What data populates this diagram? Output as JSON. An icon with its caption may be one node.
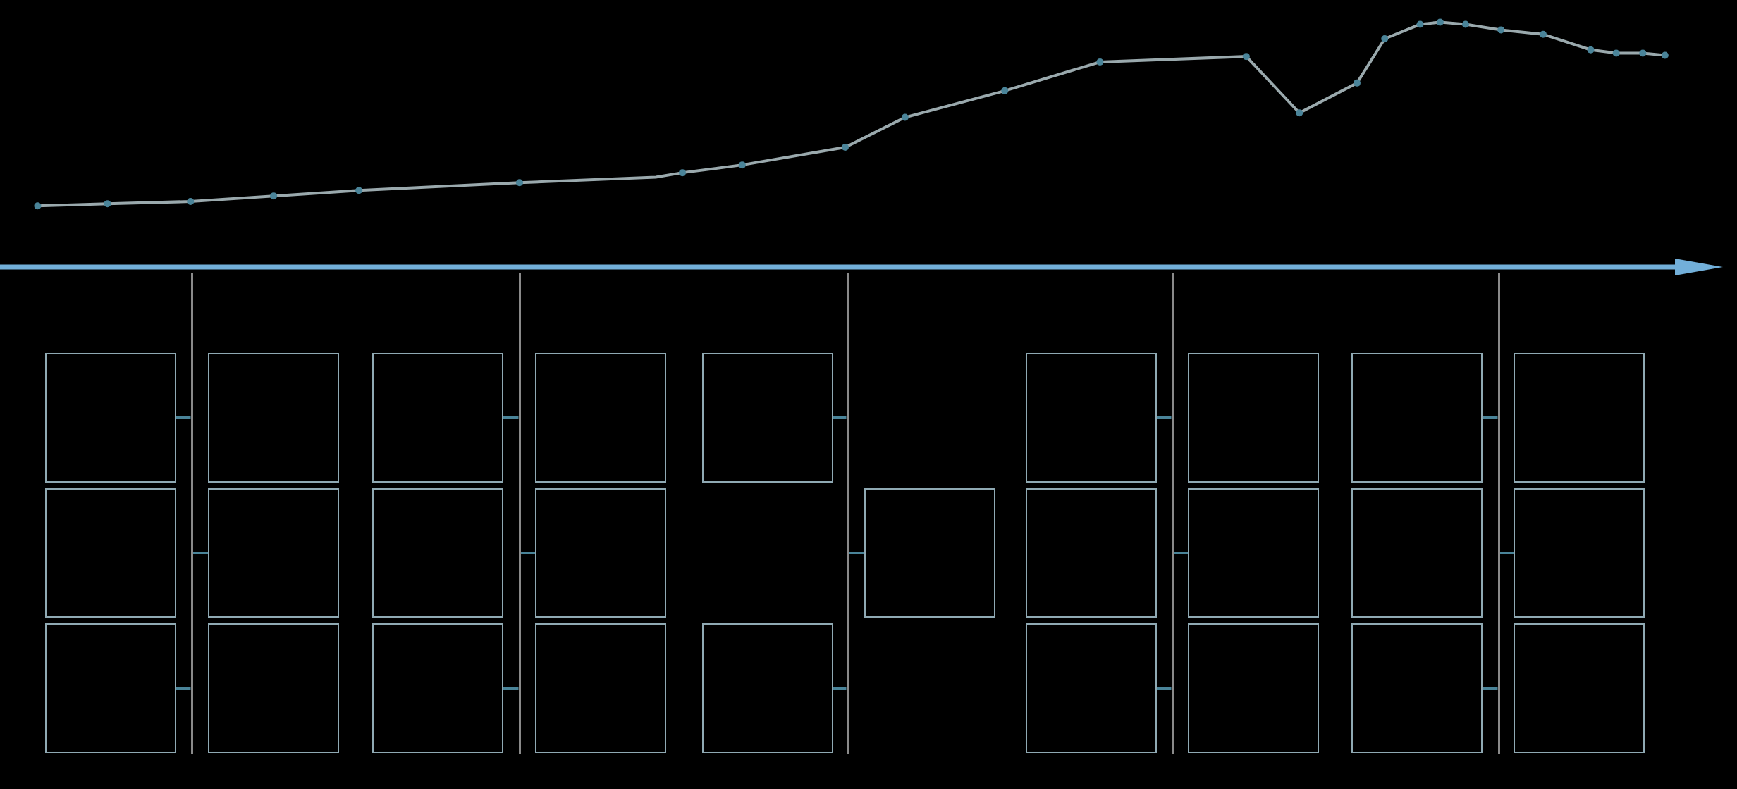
{
  "diagram": {
    "nodes": [
      {
        "text": [],
        "shape": "box"
      },
      {
        "text": [],
        "shape": "box"
      },
      {
        "text": [],
        "shape": "box"
      },
      {
        "text": [],
        "shape": "box"
      },
      {
        "text": [],
        "shape": "box"
      },
      {
        "text": [],
        "shape": "box"
      },
      {
        "text": [],
        "shape": "box"
      },
      {
        "text": [],
        "shape": "box"
      },
      {
        "text": [],
        "shape": "box"
      },
      {
        "text": [],
        "shape": "box"
      },
      {
        "text": [],
        "shape": "box"
      },
      {
        "text": [],
        "shape": "box"
      },
      {
        "text": [],
        "shape": "box"
      },
      {
        "text": [],
        "shape": "box"
      },
      {
        "text": [],
        "shape": "box"
      },
      {
        "text": [],
        "shape": "box"
      },
      {
        "text": [],
        "shape": "box"
      },
      {
        "text": [],
        "shape": "box"
      },
      {
        "text": [],
        "shape": "box"
      },
      {
        "text": [],
        "shape": "box"
      },
      {
        "text": [],
        "shape": "box"
      },
      {
        "text": [],
        "shape": "box"
      },
      {
        "text": [],
        "shape": "box"
      },
      {
        "text": [],
        "shape": "box"
      },
      {
        "text": [],
        "shape": "box"
      },
      {
        "text": [],
        "shape": "box"
      },
      {
        "text": [],
        "shape": "box"
      },
      {
        "text": [],
        "shape": "bar"
      },
      {
        "text": [],
        "shape": "bar"
      },
      {
        "text": [],
        "shape": "bar"
      },
      {
        "text": [],
        "shape": "bar"
      },
      {
        "text": [],
        "shape": "bar"
      }
    ],
    "edges": [
      {
        "from": 0,
        "to": 27,
        "arrow": "none"
      },
      {
        "from": 27,
        "to": 4,
        "arrow": "none"
      },
      {
        "from": 2,
        "to": 27,
        "arrow": "none"
      },
      {
        "from": 6,
        "to": 28,
        "arrow": "none"
      },
      {
        "from": 28,
        "to": 10,
        "arrow": "none"
      },
      {
        "from": 8,
        "to": 28,
        "arrow": "none"
      },
      {
        "from": 12,
        "to": 29,
        "arrow": "none"
      },
      {
        "from": 29,
        "to": 14,
        "arrow": "none"
      },
      {
        "from": 13,
        "to": 29,
        "arrow": "none"
      },
      {
        "from": 15,
        "to": 30,
        "arrow": "none"
      },
      {
        "from": 30,
        "to": 19,
        "arrow": "none"
      },
      {
        "from": 17,
        "to": 30,
        "arrow": "none"
      },
      {
        "from": 21,
        "to": 31,
        "arrow": "none"
      },
      {
        "from": 31,
        "to": 25,
        "arrow": "none"
      },
      {
        "from": 23,
        "to": 31,
        "arrow": "none"
      }
    ]
  }
}
